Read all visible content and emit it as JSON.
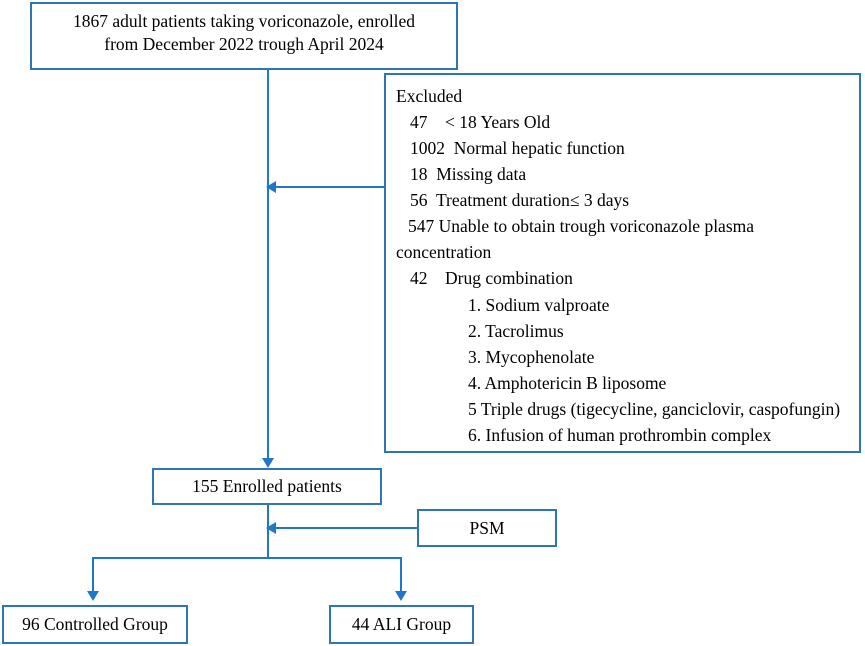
{
  "diagram": {
    "title": "Patient enrollment flow diagram",
    "accent_color": "#2E75B6",
    "connector_color": "#2077C9",
    "boxes": {
      "enrollment": {
        "line1": "1867 adult patients taking voriconazole, enrolled",
        "line2": "from December 2022 trough April 2024"
      },
      "excluded": {
        "heading": "Excluded",
        "reasons": [
          {
            "count": "47",
            "label": "< 18 Years Old"
          },
          {
            "count": "1002",
            "label": "Normal hepatic function"
          },
          {
            "count": "18",
            "label": "Missing data"
          },
          {
            "count": "56",
            "label": "Treatment duration≤ 3 days"
          },
          {
            "count": "547",
            "label": "Unable to obtain trough voriconazole plasma",
            "continuation": "concentration"
          },
          {
            "count": "42",
            "label": "Drug combination"
          }
        ],
        "drug_combinations": [
          "1. Sodium valproate",
          "2. Tacrolimus",
          "3. Mycophenolate",
          "4. Amphotericin B liposome",
          "5 Triple drugs (tigecycline, ganciclovir, caspofungin)",
          "6. Infusion of human prothrombin complex"
        ]
      },
      "enrolled": {
        "label": "155 Enrolled patients"
      },
      "psm": {
        "label": "PSM"
      },
      "controlled_group": {
        "label": "96 Controlled Group"
      },
      "ali_group": {
        "label": "44 ALI Group"
      }
    }
  }
}
